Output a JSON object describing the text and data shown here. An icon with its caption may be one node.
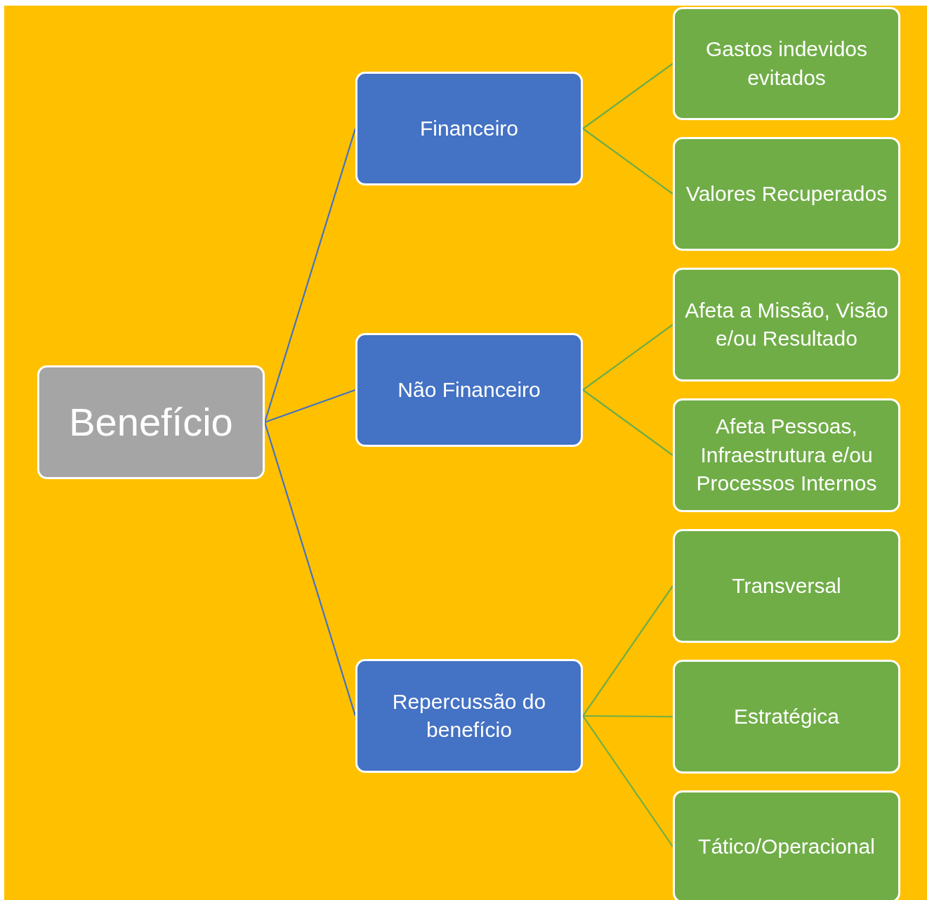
{
  "diagram": {
    "nodes": [
      {
        "text": [
          "Benefício"
        ]
      },
      {
        "text": [
          "Financeiro"
        ]
      },
      {
        "text": [
          "Não Financeiro"
        ]
      },
      {
        "text": [
          "Repercussão do benefício"
        ]
      },
      {
        "text": [
          "Gastos indevidos evitados"
        ]
      },
      {
        "text": [
          "Valores Recuperados"
        ]
      },
      {
        "text": [
          "Afeta a Missão, Visão e/ou Resultado"
        ]
      },
      {
        "text": [
          "Afeta Pessoas, Infraestrutura e/ou Processos Internos"
        ]
      },
      {
        "text": [
          "Transversal"
        ]
      },
      {
        "text": [
          "Estratégica"
        ]
      },
      {
        "text": [
          "Tático/Operacional"
        ]
      }
    ],
    "edges": [
      {
        "from": 0,
        "to": 1,
        "arrow": "none",
        "color": "#4472c4"
      },
      {
        "from": 0,
        "to": 2,
        "arrow": "none",
        "color": "#4472c4"
      },
      {
        "from": 0,
        "to": 3,
        "arrow": "none",
        "color": "#4472c4"
      },
      {
        "from": 1,
        "to": 4,
        "arrow": "none"
      },
      {
        "from": 1,
        "to": 5,
        "arrow": "none"
      },
      {
        "from": 2,
        "to": 6,
        "arrow": "none"
      },
      {
        "from": 2,
        "to": 7,
        "arrow": "none"
      },
      {
        "from": 3,
        "to": 8,
        "arrow": "none"
      },
      {
        "from": 3,
        "to": 9,
        "arrow": "none"
      },
      {
        "from": 3,
        "to": 10,
        "arrow": "none"
      }
    ]
  }
}
